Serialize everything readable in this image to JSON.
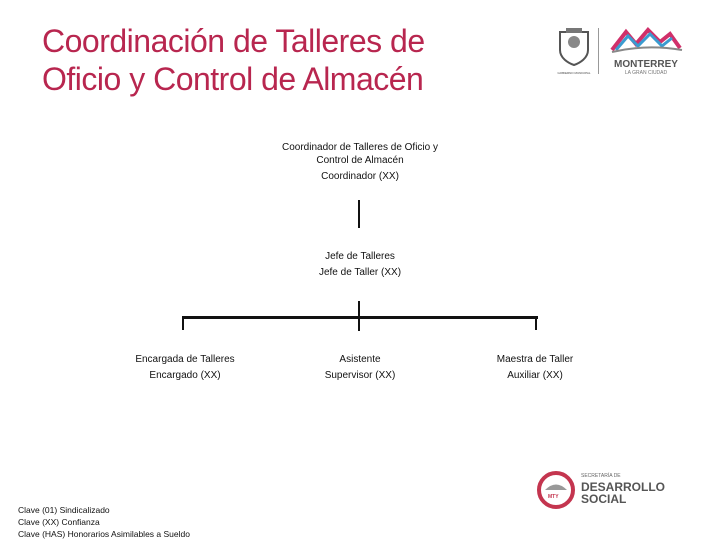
{
  "title": {
    "line1": "Coordinación de Talleres de",
    "line2": "Oficio y Control de Almacén"
  },
  "logos": {
    "municipal_seal": "GOBIERNO MUNICIPAL",
    "monterrey": "MONTERREY",
    "monterrey_tagline": "LA GRAN CIUDAD",
    "secretaria_small": "SECRETARÍA DE",
    "secretaria_big1": "DESARROLLO",
    "secretaria_big2": "SOCIAL",
    "badge": "MTY"
  },
  "org": {
    "root": {
      "name": "Coordinador de Talleres de Oficio y Control de Almacén",
      "role": "Coordinador (XX)"
    },
    "level2": {
      "name": "Jefe de Talleres",
      "role": "Jefe de Taller (XX)"
    },
    "children": [
      {
        "name": "Encargada de Talleres",
        "role": "Encargado (XX)"
      },
      {
        "name": "Asistente",
        "role": "Supervisor (XX)"
      },
      {
        "name": "Maestra de Taller",
        "role": "Auxiliar (XX)"
      }
    ]
  },
  "legend": [
    "Clave (01) Sindicalizado",
    "Clave (XX) Confianza",
    "Clave (HAS) Honorarios Asimilables a Sueldo"
  ],
  "colors": {
    "title": "#b8264f",
    "brand": "#c4354f"
  }
}
